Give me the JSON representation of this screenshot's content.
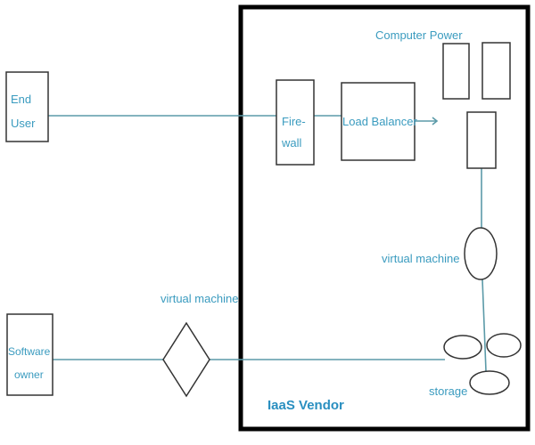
{
  "nodes": {
    "end_user": {
      "line1": "End",
      "line2": "User"
    },
    "software_owner": {
      "line1": "Software",
      "line2": "owner"
    },
    "virtual_machine_outside": "virtual machine",
    "firewall": {
      "line1": "Fire-",
      "line2": "wall"
    },
    "load_balancer": "Load Balancer",
    "computer_power": "Computer Power",
    "virtual_machine_inside": "virtual machine",
    "storage": "storage",
    "vendor": "IaaS Vendor"
  },
  "colors": {
    "text": "#3a9bbf",
    "connector": "#5b9aa8",
    "border": "#000000"
  }
}
